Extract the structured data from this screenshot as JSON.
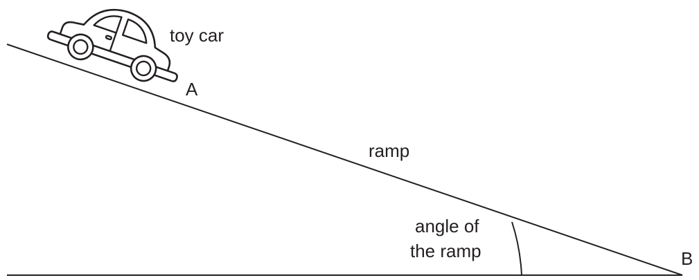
{
  "labels": {
    "car": "toy car",
    "point_a": "A",
    "ramp": "ramp",
    "angle_line1": "angle of",
    "angle_line2": "the ramp",
    "point_b": "B"
  },
  "colors": {
    "ink": "#231f20",
    "background": "#ffffff"
  }
}
